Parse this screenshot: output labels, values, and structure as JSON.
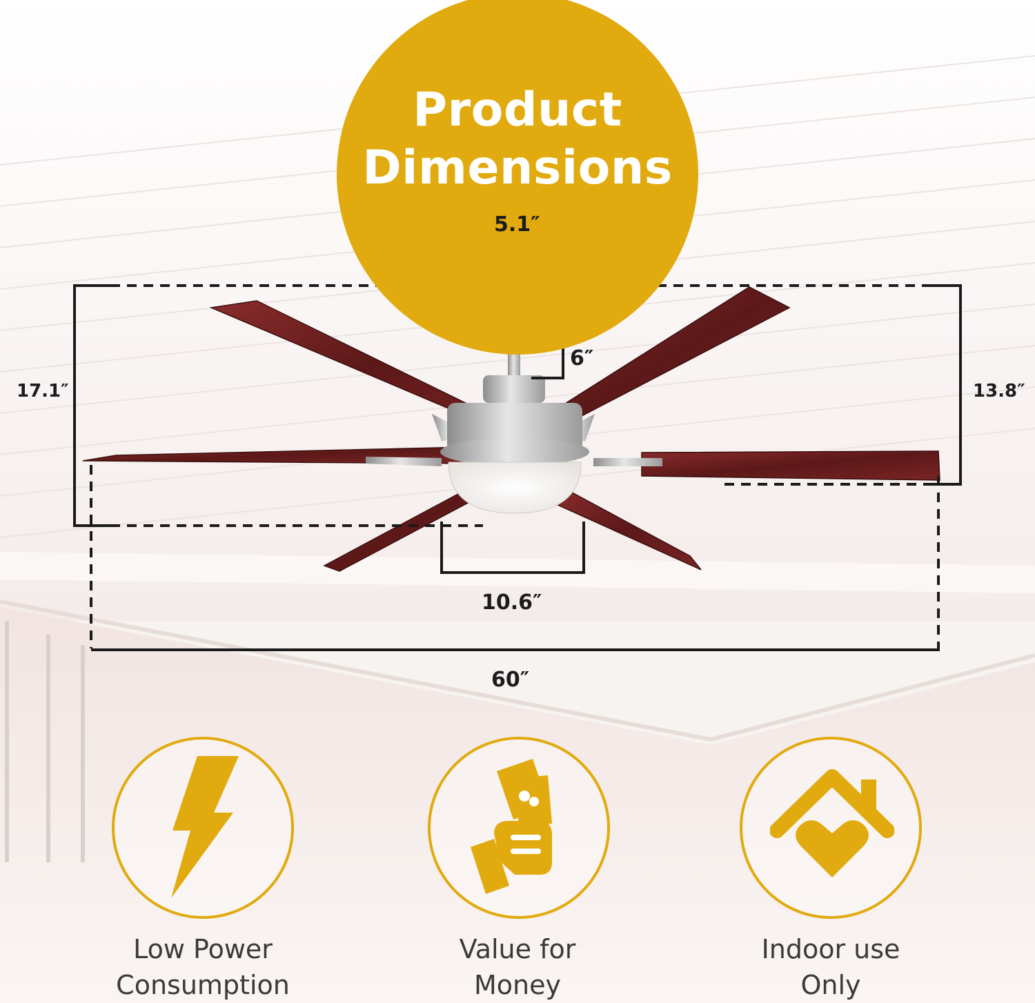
{
  "header": {
    "title_line1": "Product",
    "title_line2": "Dimensions"
  },
  "dimensions": {
    "canopy_width": "5.1″",
    "downrod": "6″",
    "total_height": "17.1″",
    "blade_height": "13.8″",
    "light_kit": "10.6″",
    "span": "60″"
  },
  "features": [
    {
      "icon": "lightning-bolt-icon",
      "line1": "Low Power",
      "line2": "Consumption"
    },
    {
      "icon": "money-hand-icon",
      "line1": "Value for",
      "line2": "Money"
    },
    {
      "icon": "house-heart-icon",
      "line1": "Indoor use",
      "line2": "Only"
    }
  ],
  "colors": {
    "accent": "#e1aa0e",
    "blade": "#6e1f1f",
    "metal": "#b8b8b8"
  }
}
